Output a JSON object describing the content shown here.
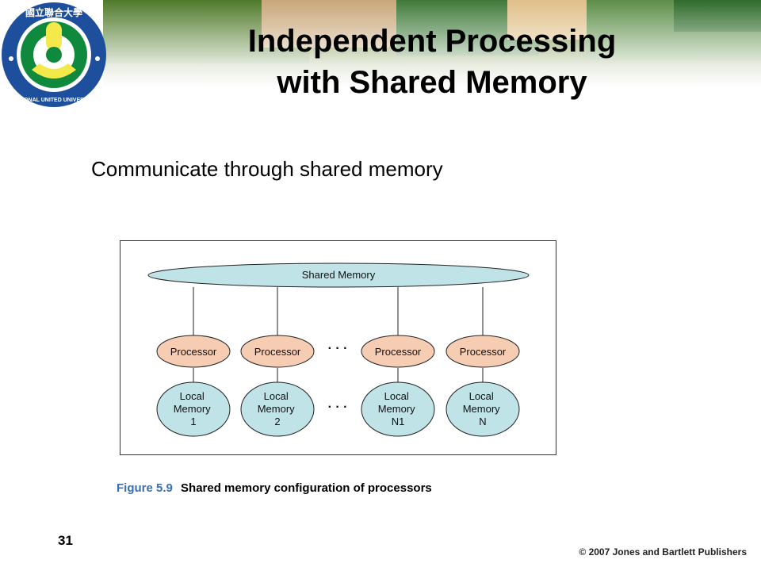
{
  "slide": {
    "title_line1": "Independent Processing",
    "title_line2": "with Shared Memory",
    "bullet": "Communicate through shared memory",
    "page_number": "31",
    "copyright": "© 2007 Jones and Bartlett Publishers"
  },
  "logo": {
    "text_top": "國立聯合大學",
    "text_bottom": "NATIONAL UNITED UNIVERSITY",
    "colors": {
      "ring": "#1d4f9c",
      "knot": "#0f8a3c",
      "core": "#f4e94a"
    }
  },
  "diagram": {
    "shared_memory": "Shared Memory",
    "ellipsis": "· · ·",
    "processors": [
      "Processor",
      "Processor",
      "Processor",
      "Processor"
    ],
    "local_memories": [
      [
        "Local",
        "Memory",
        "1"
      ],
      [
        "Local",
        "Memory",
        "2"
      ],
      [
        "Local",
        "Memory",
        "N1"
      ],
      [
        "Local",
        "Memory",
        "N"
      ]
    ],
    "colors": {
      "memory_fill": "#bfe3e7",
      "processor_fill": "#f6cdb3",
      "stroke": "#222222"
    }
  },
  "caption": {
    "figure_number": "Figure 5.9",
    "text": "Shared memory configuration of processors"
  }
}
